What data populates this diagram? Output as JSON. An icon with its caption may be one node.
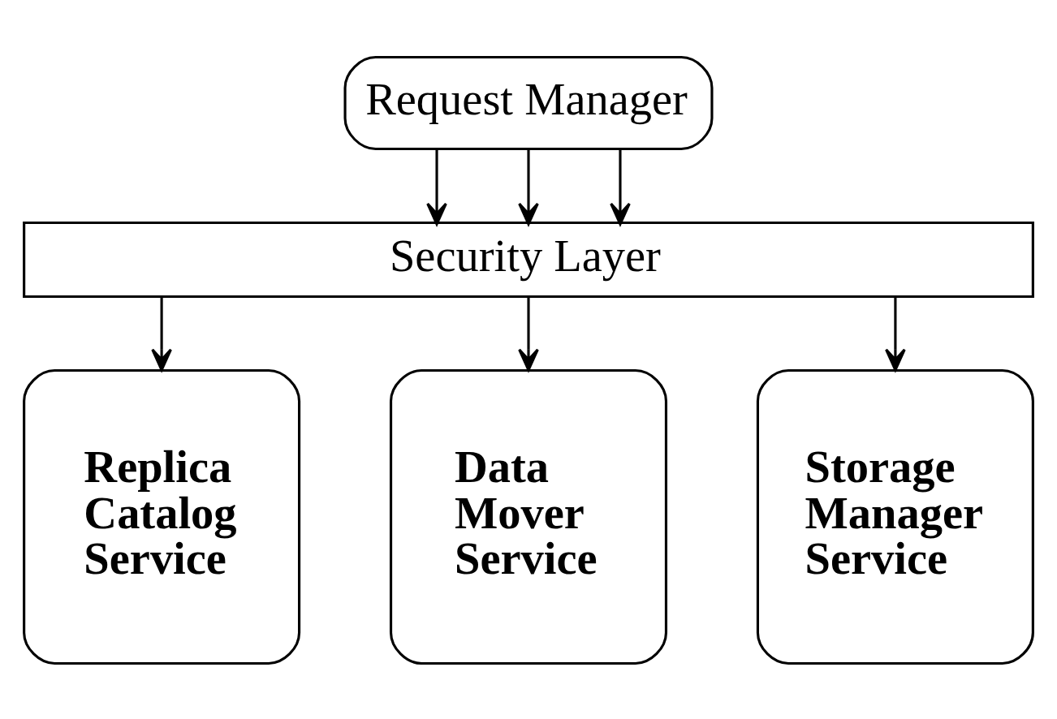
{
  "diagram": {
    "nodes": [
      {
        "text": [
          "Request Manager"
        ]
      },
      {
        "text": [
          "Security Layer"
        ]
      },
      {
        "text": [
          "Replica Catalog Service"
        ]
      },
      {
        "text": [
          "Data Mover Service"
        ]
      },
      {
        "text": [
          "Storage Manager Service"
        ]
      }
    ],
    "edges": [
      {
        "from": 0,
        "to": 1,
        "arrow": "to"
      },
      {
        "from": 0,
        "to": 1,
        "arrow": "to"
      },
      {
        "from": 0,
        "to": 1,
        "arrow": "to"
      },
      {
        "from": 1,
        "to": 2,
        "arrow": "to"
      },
      {
        "from": 1,
        "to": 3,
        "arrow": "to"
      },
      {
        "from": 1,
        "to": 4,
        "arrow": "to"
      }
    ]
  }
}
